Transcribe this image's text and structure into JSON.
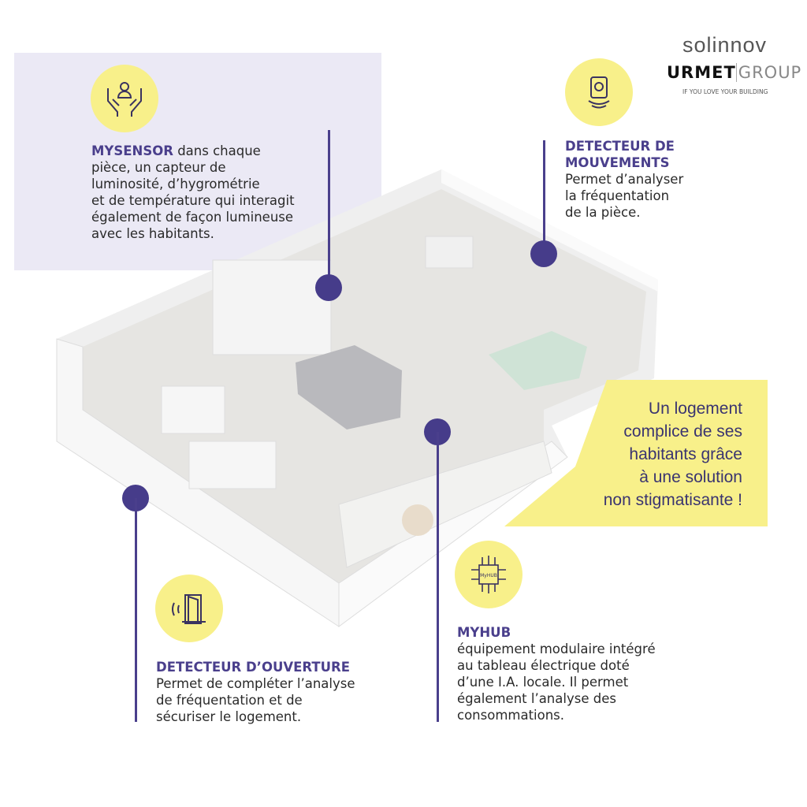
{
  "brand": {
    "logo_top": "solinnov",
    "logo_main": "URMET",
    "logo_group": "GROUP",
    "tagline": "IF YOU LOVE YOUR BUILDING"
  },
  "colors": {
    "accent": "#4a3f8c",
    "yellow": "#f8f08a",
    "lavender": "#ebe9f5"
  },
  "mysensor": {
    "icon": "hands-person-icon",
    "title": "MYSENSOR",
    "lines": [
      " dans chaque",
      "pièce, un capteur de",
      "luminosité, d’hygrométrie",
      "et de température qui interagit",
      "également de façon lumineuse",
      "avec les habitants."
    ]
  },
  "motion": {
    "icon": "motion-sensor-icon",
    "title_lines": [
      "DETECTEUR DE",
      "MOUVEMENTS"
    ],
    "lines": [
      "Permet d’analyser",
      "la fréquentation",
      "de la pièce."
    ]
  },
  "callout": {
    "lines": [
      "Un logement",
      "complice de ses",
      "habitants grâce",
      "à une solution",
      "non stigmatisante !"
    ]
  },
  "opening": {
    "icon": "door-sensor-icon",
    "title": "DETECTEUR D’OUVERTURE",
    "lines": [
      "Permet de compléter l’analyse",
      "de fréquentation et de",
      "sécuriser le logement."
    ]
  },
  "myhub": {
    "icon": "chip-icon",
    "chip_label": "MyHUB",
    "title": "MYHUB",
    "lines": [
      "équipement modulaire intégré",
      "au tableau électrique doté",
      "d’une I.A. locale. Il permet",
      "également l’analyse des",
      "consommations."
    ]
  }
}
